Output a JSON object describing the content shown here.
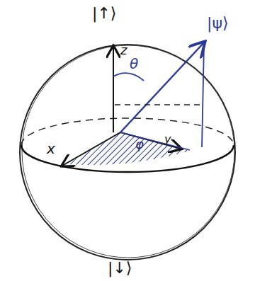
{
  "diagram": {
    "labels": [
      "|↑⟩",
      "z",
      "|ψ⟩",
      "θ",
      "x",
      "φ",
      "y",
      "|↓⟩"
    ]
  }
}
